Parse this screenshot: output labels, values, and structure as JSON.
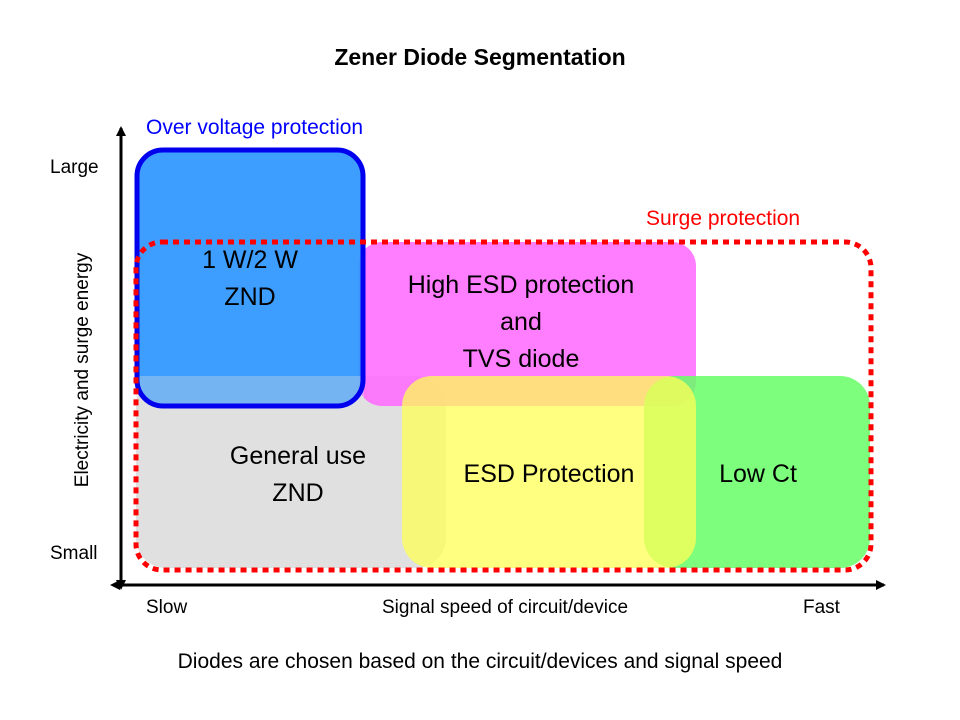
{
  "title": "Zener Diode Segmentation",
  "caption": "Diodes are chosen based on the circuit/devices and signal speed",
  "y_axis": {
    "label": "Electricity and surge energy",
    "top_label": "Large",
    "bottom_label": "Small"
  },
  "x_axis": {
    "label": "Signal speed of circuit/device",
    "left_label": "Slow",
    "right_label": "Fast"
  },
  "groups": {
    "over_voltage": {
      "label": "Over voltage protection",
      "color": "#0000ff"
    },
    "surge": {
      "label": "Surge protection",
      "color": "#ff0000"
    }
  },
  "regions": {
    "general": {
      "line1": "General use",
      "line2": "ZND",
      "color": "#e0e0e0"
    },
    "watt": {
      "line1": "1 W/2 W",
      "line2": "ZND",
      "color": "#3399ff"
    },
    "high_esd": {
      "line1": "High ESD protection",
      "line2": "and",
      "line3": "TVS diode",
      "color": "#ff66ff"
    },
    "esd": {
      "label": "ESD Protection",
      "color": "#ffff66"
    },
    "low_ct": {
      "label": "Low Ct",
      "color": "#66ff66"
    }
  }
}
